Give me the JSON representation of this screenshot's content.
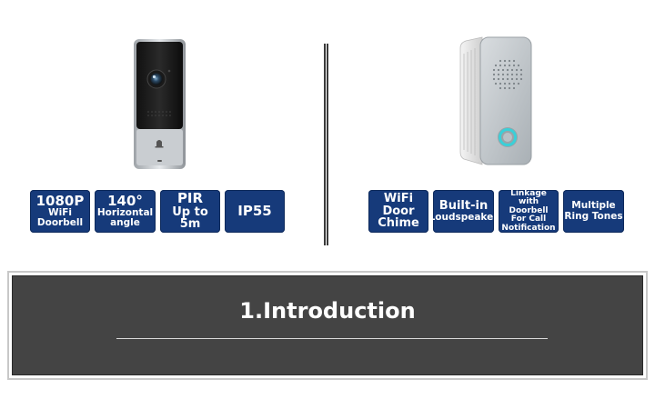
{
  "doorbell_features": [
    {
      "line1": "1080P",
      "line2": "WiFi Doorbell"
    },
    {
      "line1": "140°",
      "line2": "Horizontal",
      "line3": "angle"
    },
    {
      "line1": "PIR",
      "line2": "Up to 5m"
    },
    {
      "line1": "IP55"
    }
  ],
  "chime_features": [
    {
      "line1": "WiFi",
      "line2": "Door",
      "line3": "Chime"
    },
    {
      "line1": "Built-in",
      "line2": "Loudspeaker"
    },
    {
      "line1": "Linkage",
      "line2": "with Doorbell",
      "line3": "For Call",
      "line4": "Notification"
    },
    {
      "line1": "Multiple",
      "line2": "Ring Tones"
    }
  ],
  "banner": {
    "title": "1.Introduction"
  },
  "colors": {
    "badge": "#163a7a",
    "banner": "#444444",
    "rule": "#d9d9d9"
  },
  "images": {
    "doorbell": "video-doorbell-image",
    "chime": "door-chime-image"
  }
}
